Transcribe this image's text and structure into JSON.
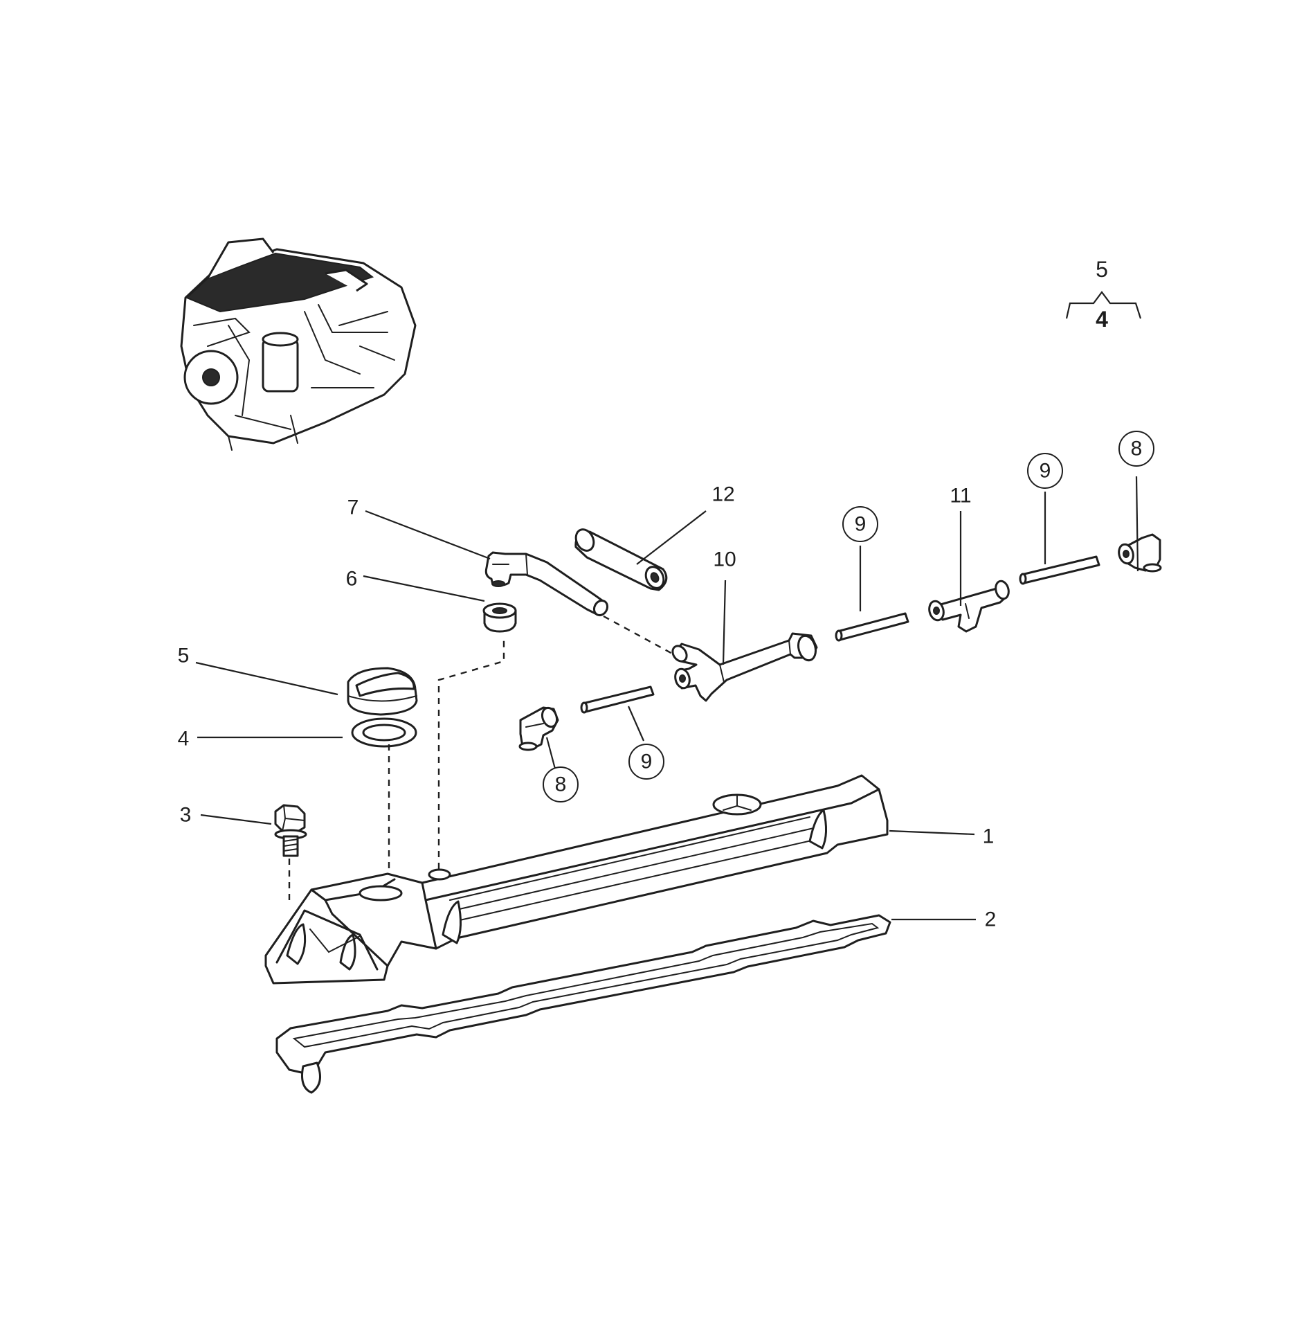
{
  "callouts": {
    "c1": "1",
    "c2": "2",
    "c3": "3",
    "c4": "4",
    "c5": "5",
    "c6": "6",
    "c7": "7",
    "c8a": "8",
    "c8b": "8",
    "c9a": "9",
    "c9b": "9",
    "c9c": "9",
    "c10": "10",
    "c11": "11",
    "c12": "12"
  },
  "legend": {
    "top": "5",
    "bottom": "4"
  }
}
